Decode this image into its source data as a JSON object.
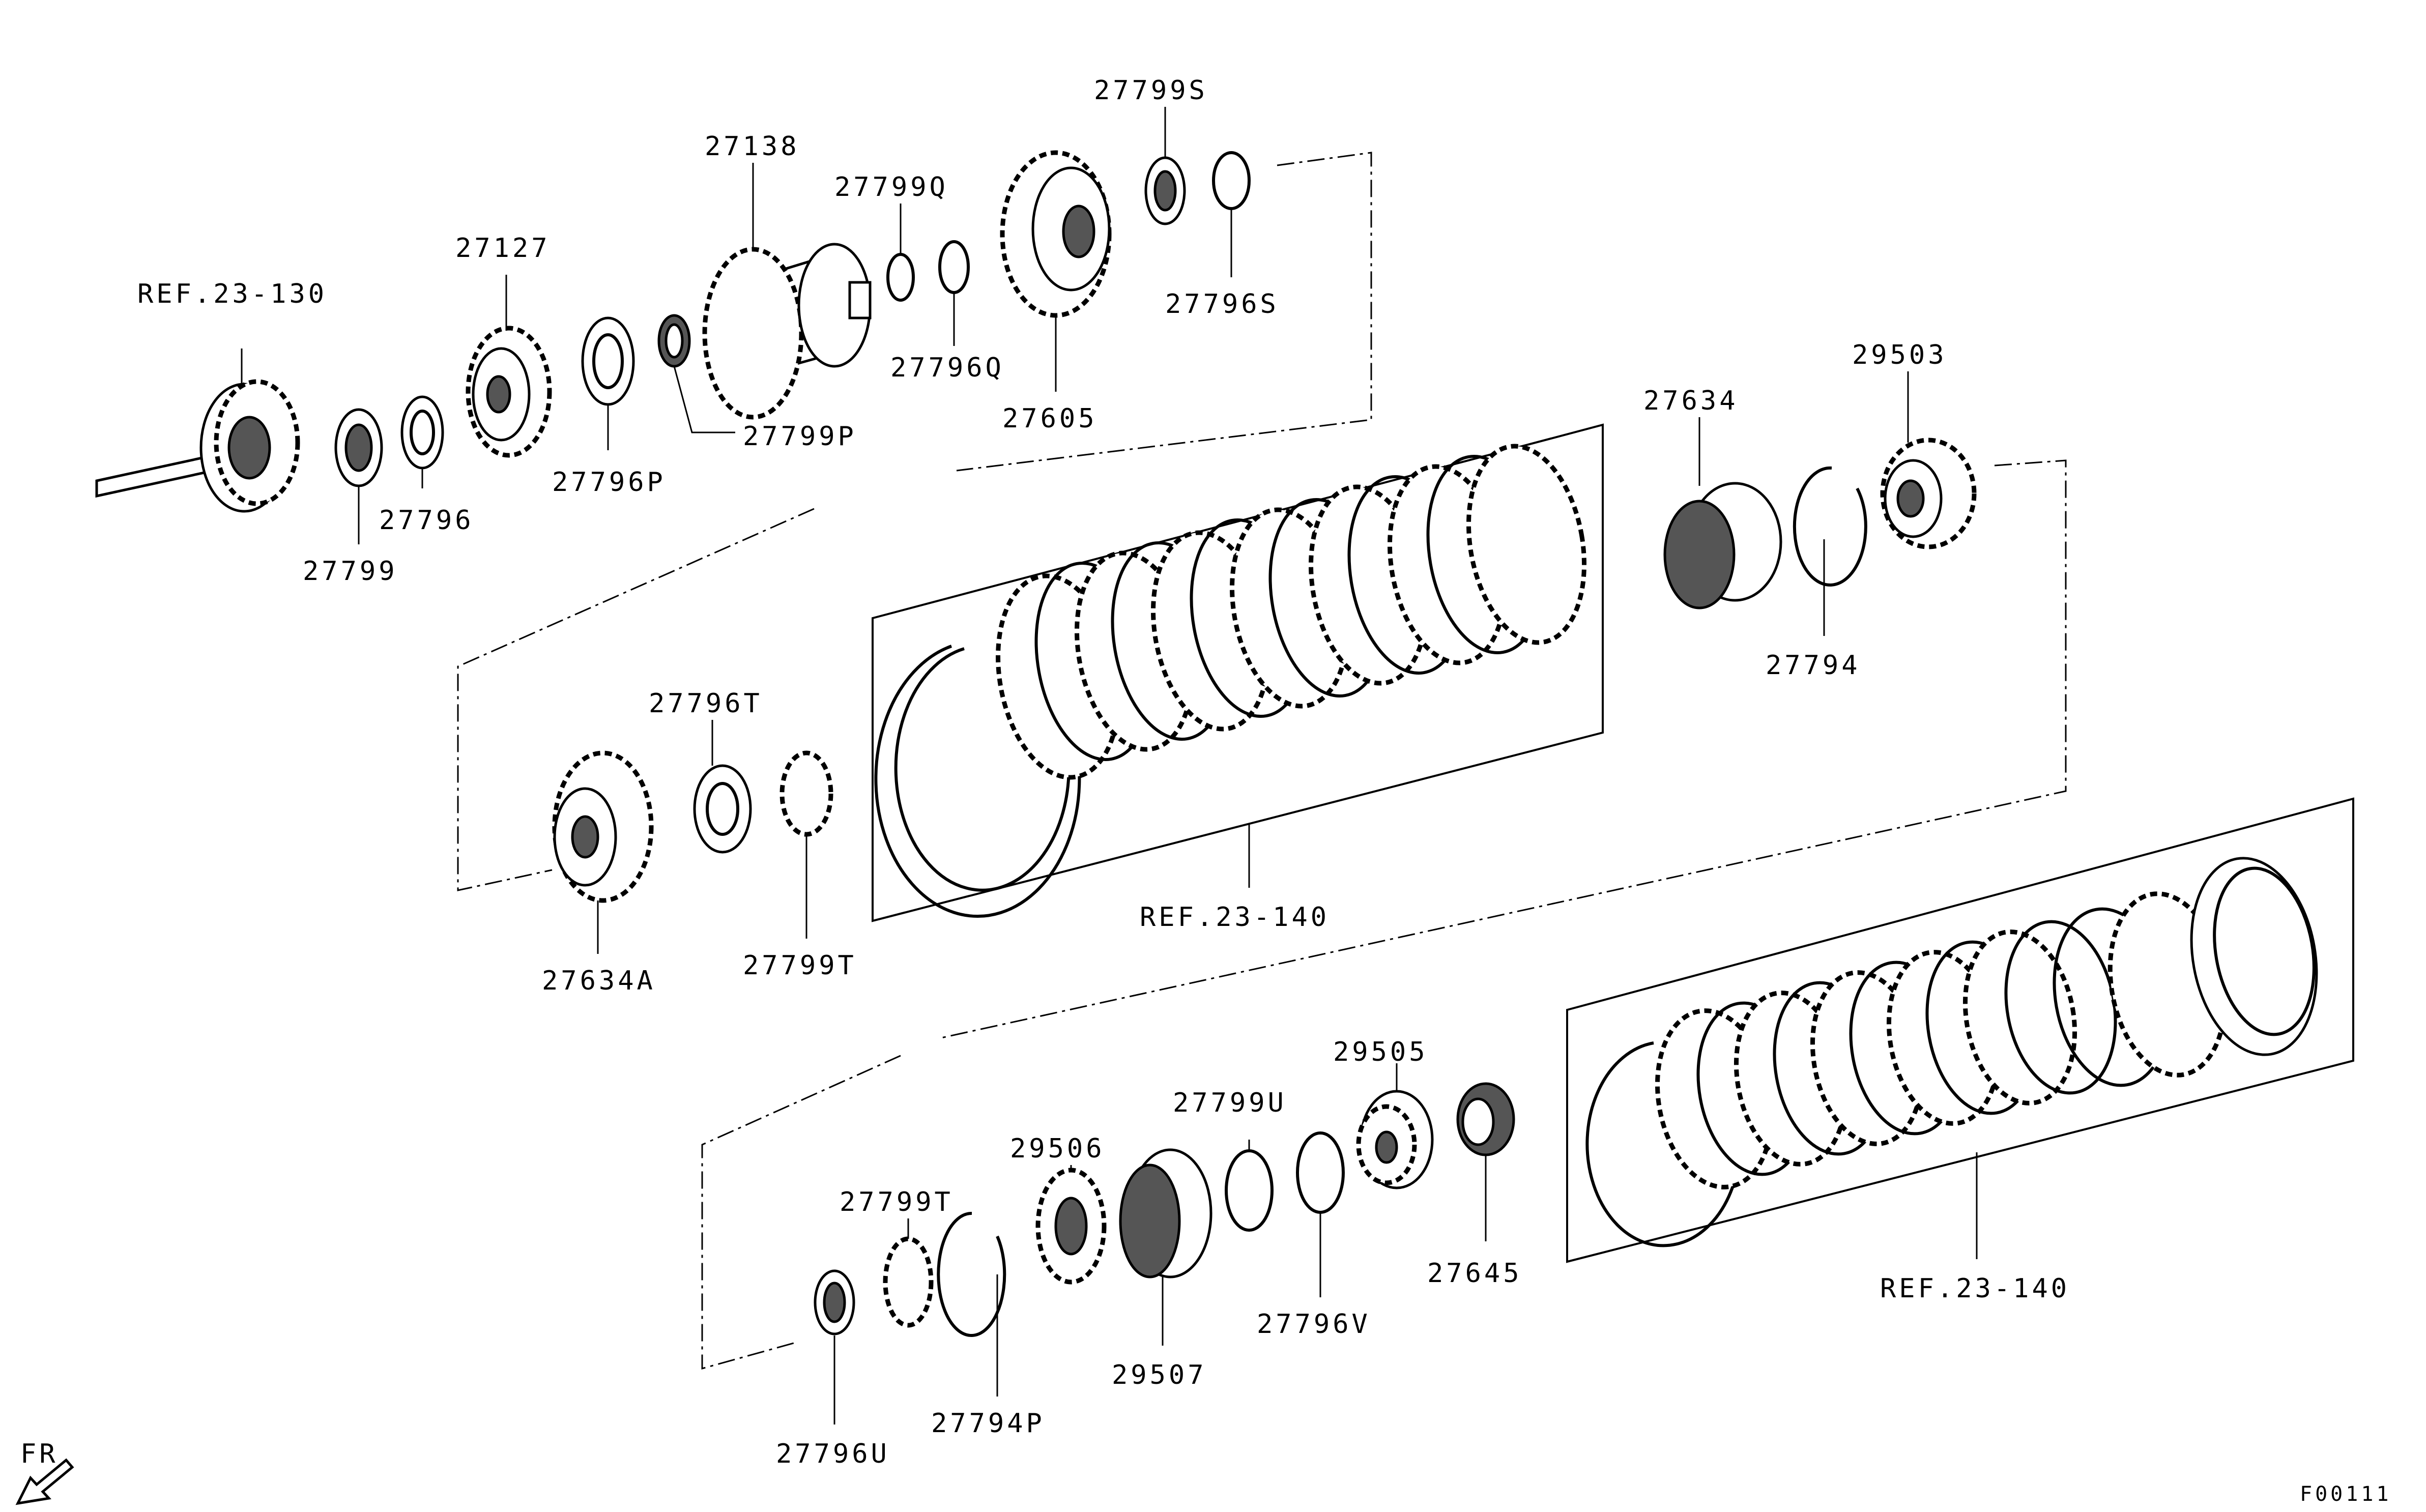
{
  "diagram": {
    "labels": {
      "ref_23_130": "REF.23-130",
      "p27799": "27799",
      "p27796": "27796",
      "p27127": "27127",
      "p27796P": "27796P",
      "p27799P": "27799P",
      "p27138": "27138",
      "p27799Q": "27799Q",
      "p27796Q": "27796Q",
      "p27605": "27605",
      "p27799S": "27799S",
      "p27796S": "27796S",
      "p27634": "27634",
      "p29503": "29503",
      "p27794": "27794",
      "p27796T": "27796T",
      "p27634A": "27634A",
      "p27799T_upper": "27799T",
      "ref_23_140_upper": "REF.23-140",
      "p29505": "29505",
      "p27799U": "27799U",
      "p29506": "29506",
      "p27799T_lower": "27799T",
      "p27645": "27645",
      "p27796V": "27796V",
      "p29507": "29507",
      "p27794P": "27794P",
      "p27796U": "27796U",
      "ref_23_140_lower": "REF.23-140",
      "front": "FR",
      "figure_id": "F00111"
    },
    "icons": {
      "front_direction": "front-arrow-icon"
    }
  }
}
